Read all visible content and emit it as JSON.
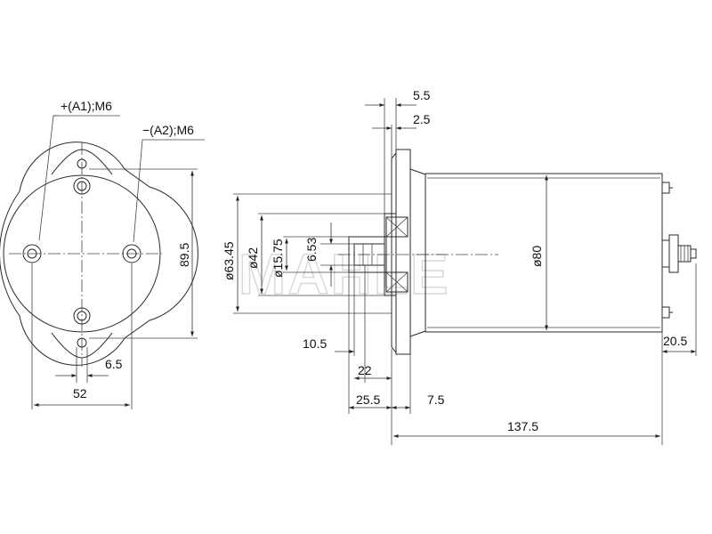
{
  "labels": {
    "a1": "+(A1);M6",
    "a2": "−(A2);M6",
    "h89_5": "89.5",
    "w6_5": "6.5",
    "w52": "52",
    "d63_45": "ø63.45",
    "d42": "ø42",
    "d15_75": "ø15.75",
    "d6_53": "6.53",
    "d80": "ø80",
    "t5_5": "5.5",
    "t2_5": "2.5",
    "l10_5": "10.5",
    "l22": "22",
    "l25_5": "25.5",
    "l7_5": "7.5",
    "l20_5": "20.5",
    "l137_5": "137.5"
  },
  "watermark": "MAHLE"
}
